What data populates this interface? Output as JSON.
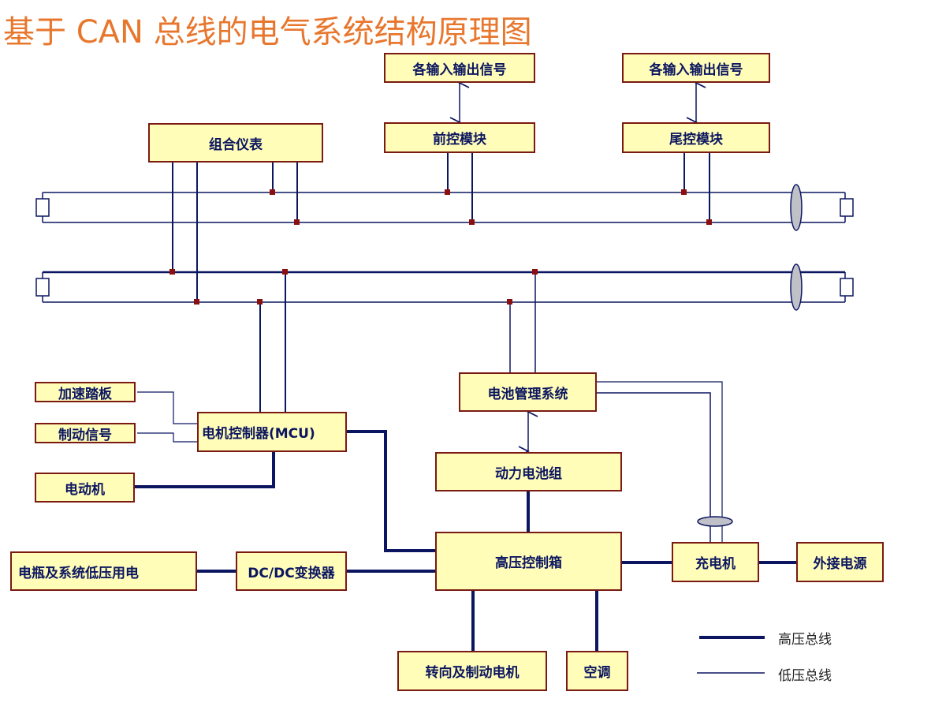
{
  "title": "基于 CAN 总线的电气系统结构原理图",
  "boxes": {
    "io_signals_front": "各输入输出信号",
    "io_signals_rear": "各输入输出信号",
    "front_control_module": "前控模块",
    "rear_control_module": "尾控模块",
    "instrument_cluster": "组合仪表",
    "accelerator_pedal": "加速踏板",
    "brake_signal": "制动信号",
    "motor_controller": "电机控制器(MCU)",
    "electric_motor": "电动机",
    "battery_management_system": "电池管理系统",
    "power_battery_pack": "动力电池组",
    "high_voltage_control_box": "高压控制箱",
    "charger": "充电机",
    "external_power": "外接电源",
    "battery_low_voltage_loads": "电瓶及系统低压用电",
    "dcdc_converter": "DC/DC变换器",
    "steering_brake_motor": "转向及制动电机",
    "air_conditioner": "空调"
  },
  "legend": {
    "high_voltage_bus": "高压总线",
    "low_voltage_bus": "低压总线"
  },
  "colors": {
    "title": "#e8772e",
    "box_fill": "#fffdb8",
    "box_border": "#7a1a12",
    "line": "#0c1660",
    "node": "#8b0f0f",
    "ferrite": "#c0c0c8"
  }
}
